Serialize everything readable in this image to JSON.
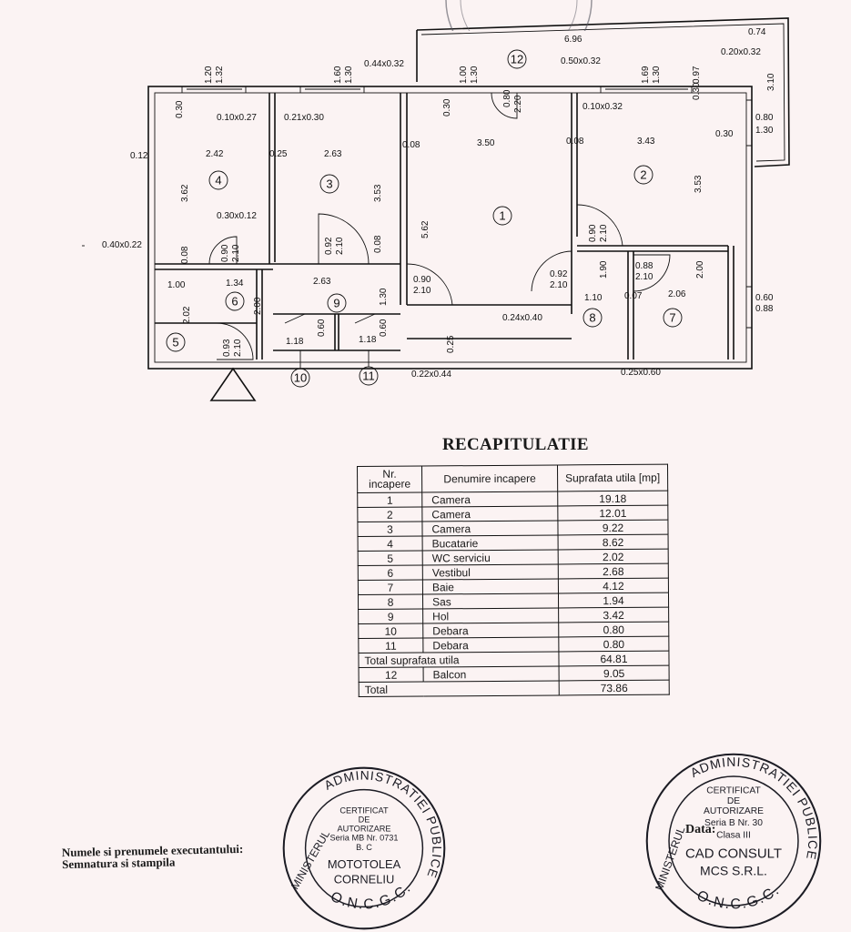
{
  "plan": {
    "dimensions": [
      "6.96",
      "0.74",
      "0.44x0.32",
      "0.50x0.32",
      "0.20x0.32",
      "1.20",
      "1.32",
      "1.60",
      "1.30",
      "1.00",
      "1.30",
      "1.69",
      "1.30",
      "0.97",
      "3.10",
      "0.30",
      "0.10x0.27",
      "0.21x0.30",
      "0.30",
      "0.80",
      "2.20",
      "0.10x0.32",
      "0.30",
      "0.80",
      "1.30",
      "0.12",
      "2.42",
      "0.25",
      "2.63",
      "0.08",
      "3.50",
      "0.08",
      "3.43",
      "0.30",
      "3.62",
      "3.53",
      "5.62",
      "3.53",
      "0.30x0.12",
      "0.40x0.22",
      "0.90",
      "2.10",
      "0.92",
      "2.10",
      "0.08",
      "0.08",
      "0.90",
      "2.10",
      "0.92",
      "2.10",
      "0.88",
      "2.10",
      "1.90",
      "2.00",
      "1.00",
      "1.34",
      "2.63",
      "0.90",
      "2.10",
      "1.30",
      "1.10",
      "0.07",
      "2.06",
      "0.60",
      "0.88",
      "2.02",
      "2.00",
      "0.60",
      "0.60",
      "1.18",
      "1.18",
      "0.24x0.40",
      "0.93",
      "2.10",
      "0.25",
      "0.22x0.44",
      "0.25x0.60"
    ],
    "rooms": [
      "1",
      "2",
      "3",
      "4",
      "5",
      "6",
      "7",
      "8",
      "9",
      "10",
      "11",
      "12"
    ]
  },
  "recap": {
    "title": "RECAPITULATIE",
    "headers": {
      "nr": "Nr. incapere",
      "name": "Denumire incapere",
      "area": "Suprafata utila [mp]"
    },
    "rows": [
      {
        "nr": "1",
        "name": "Camera",
        "area": "19.18"
      },
      {
        "nr": "2",
        "name": "Camera",
        "area": "12.01"
      },
      {
        "nr": "3",
        "name": "Camera",
        "area": "9.22"
      },
      {
        "nr": "4",
        "name": "Bucatarie",
        "area": "8.62"
      },
      {
        "nr": "5",
        "name": "WC serviciu",
        "area": "2.02"
      },
      {
        "nr": "6",
        "name": "Vestibul",
        "area": "2.68"
      },
      {
        "nr": "7",
        "name": "Baie",
        "area": "4.12"
      },
      {
        "nr": "8",
        "name": "Sas",
        "area": "1.94"
      },
      {
        "nr": "9",
        "name": "Hol",
        "area": "3.42"
      },
      {
        "nr": "10",
        "name": "Debara",
        "area": "0.80"
      },
      {
        "nr": "11",
        "name": "Debara",
        "area": "0.80"
      }
    ],
    "total_useful_label": "Total suprafata utila",
    "total_useful": "64.81",
    "balcony": {
      "nr": "12",
      "name": "Balcon",
      "area": "9.05"
    },
    "total_label": "Total",
    "total": "73.86"
  },
  "signature": {
    "line1": "Numele si prenumele executantului:",
    "line2": "Semnatura si stampila",
    "data_label": "Data:"
  },
  "stamp_left": {
    "ring_top": "ADMINISTRATIEI PUBLICE",
    "ring_left": "MINISTERUL",
    "ring_bottom": "O.N.C.G.C.",
    "lines": [
      "CERTIFICAT",
      "DE",
      "AUTORIZARE",
      "Seria MB Nr. 0731",
      "B. C",
      "MOTOTOLEA",
      "CORNELIU"
    ]
  },
  "stamp_right": {
    "ring_top": "ADMINISTRATIEI PUBLICE",
    "ring_left": "MINISTERUL",
    "ring_bottom": "O.N.C.G.C.",
    "lines": [
      "CERTIFICAT",
      "DE",
      "AUTORIZARE",
      "Seria B Nr. 30",
      "Clasa III",
      "CAD CONSULT",
      "MCS S.R.L."
    ]
  },
  "colors": {
    "ink": "#111111",
    "paper": "#fbf3f3",
    "stamp_ink": "#1c1c24"
  }
}
